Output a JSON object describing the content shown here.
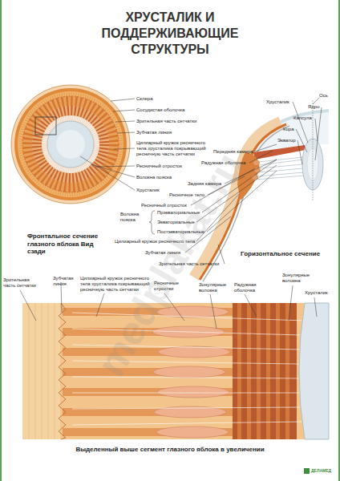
{
  "diagram": {
    "title": "ХРУСТАЛИК И ПОДДЕРЖИВАЮЩИЕ СТРУКТУРЫ",
    "labels": [
      "Склера",
      "Сосудистая оболочка",
      "Зрительная часть сетчатки",
      "Зубчатая линия",
      "Цилиарный кружок ресничного тела хрусталика покрывающий ресничную часть сетчатки",
      "Ресничный отросток",
      "Волокна пояска",
      "Хрусталик",
      "Фронтальное сечение глазного яблока Вид сзади",
      "Хрусталик",
      "Ось",
      "Ядро",
      "Капсула",
      "Кора",
      "Экватор",
      "Передняя камера",
      "Радужная оболочка",
      "Задняя камера",
      "Ресничное тело",
      "Ресничный отросток",
      "Волокна пояска",
      "Прэкваториальные",
      "Экваториальные",
      "Постэкваториальные",
      "Цилиарный кружок ресничного тела",
      "Зубчатая линия",
      "Зрительная часть сетчатки",
      "Горизонтальное сечение",
      "Зрительная часть сетчатки",
      "Зубчатая линия",
      "Цилиарный кружок ресничного тела хрусталика покрывающий ресничную часть сетчатки",
      "Ресничные отростки",
      "Зонулярные волокна",
      "Радужная оболочка",
      "Зонулярные волокна",
      "Хрусталик",
      "Выделенный выше сегмент глазного яблока в увеличении",
      "medplakat.ru",
      "ДЕЛАМЕД"
    ]
  }
}
